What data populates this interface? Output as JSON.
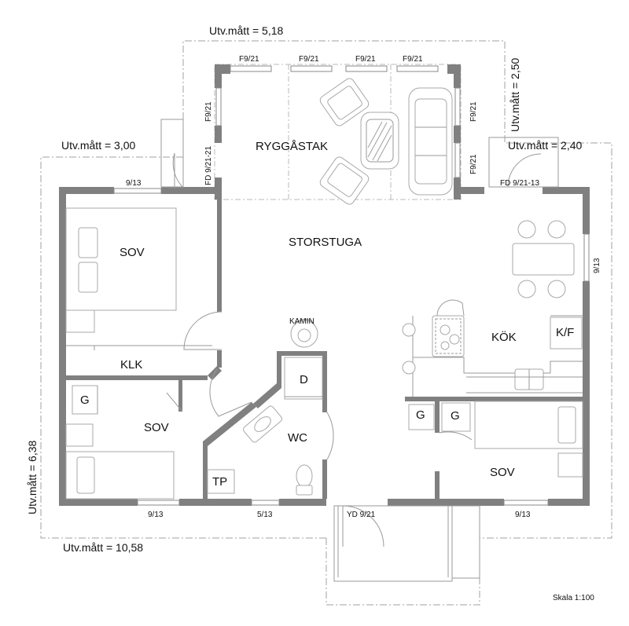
{
  "dimensions": {
    "top": "Utv.mått = 5,18",
    "right_vertical": "Utv.mått = 2,50",
    "left_upper": "Utv.mått = 3,00",
    "right_upper": "Utv.mått = 2,40",
    "left_vertical": "Utv.mått = 6,38",
    "bottom": "Utv.mått = 10,58"
  },
  "rooms": {
    "ryggastak": "RYGGÅSTAK",
    "storstuga": "STORSTUGA",
    "sov_top": "SOV",
    "klk": "KLK",
    "sov_left": "SOV",
    "kok": "KÖK",
    "kf": "K/F",
    "kamin": "KAMIN",
    "d": "D",
    "wc": "WC",
    "tp": "TP",
    "sov_right": "SOV",
    "g_left": "G",
    "g_mid1": "G",
    "g_mid2": "G"
  },
  "openings": {
    "f1": "F9/21",
    "f2": "F9/21",
    "f3": "F9/21",
    "f4": "F9/21",
    "f_left": "F9/21",
    "f_right1": "F9/21",
    "f_right2": "F9/21",
    "fd_left": "FD 9/21-21",
    "fd_right": "FD 9/21-13",
    "w_top_left": "9/13",
    "w_right": "9/13",
    "w_bottom_left": "9/13",
    "w_bottom_mid": "5/13",
    "w_bottom_right": "9/13",
    "yd": "YD 9/21"
  },
  "scale": "Skala 1:100"
}
